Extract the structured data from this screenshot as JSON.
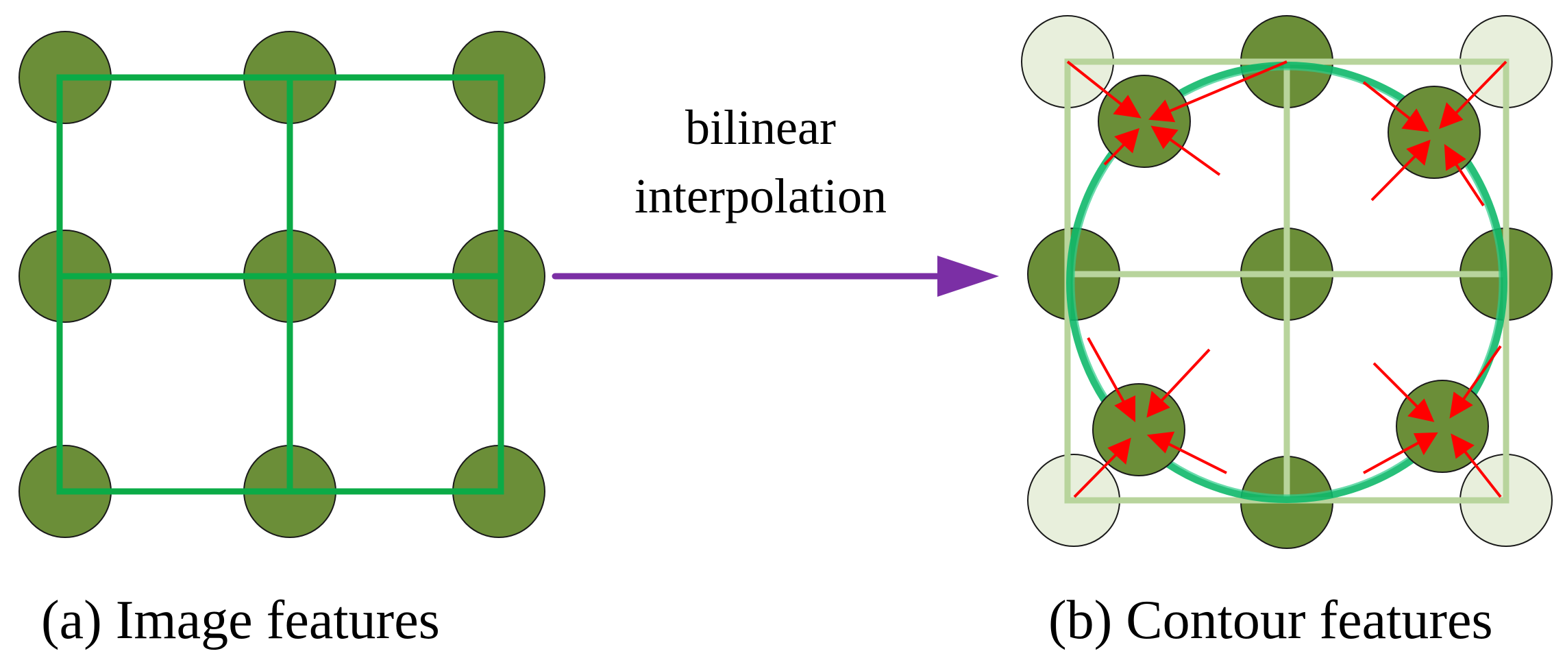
{
  "arrow_label": {
    "line1": "bilinear",
    "line2": "interpolation"
  },
  "captions": {
    "left": "(a) Image features",
    "right": "(b) Contour features"
  },
  "colors": {
    "feature_fill": "#6b8e38",
    "feature_faded_fill": "#e8efdc",
    "grid_left": "#0bab47",
    "grid_right": "#b8d49c",
    "contour": "#0fb86a",
    "arrow": "#7b2fa5",
    "interp_arrows": "#ff0000",
    "outline": "#1a1a1a"
  }
}
